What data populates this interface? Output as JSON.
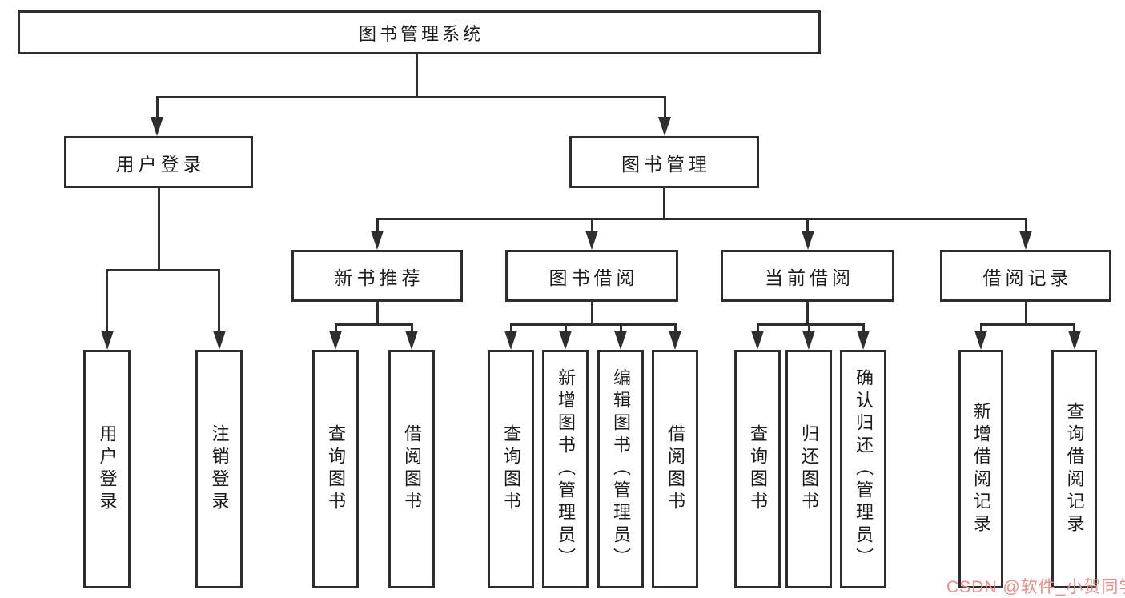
{
  "diagram": {
    "root": {
      "label": "图书管理系统"
    },
    "level2": [
      {
        "label": "用户登录"
      },
      {
        "label": "图书管理"
      }
    ],
    "level3": [
      {
        "label": "新书推荐"
      },
      {
        "label": "图书借阅"
      },
      {
        "label": "当前借阅"
      },
      {
        "label": "借阅记录"
      }
    ],
    "leaves": {
      "user_login": [
        {
          "label": "用户登录"
        },
        {
          "label": "注销登录"
        }
      ],
      "new_books": [
        {
          "label": "查询图书"
        },
        {
          "label": "借阅图书"
        }
      ],
      "book_borrow": [
        {
          "label": "查询图书"
        },
        {
          "label": "新增图书（管理员）"
        },
        {
          "label": "编辑图书（管理员）"
        },
        {
          "label": "借阅图书"
        }
      ],
      "current_borrow": [
        {
          "label": "查询图书"
        },
        {
          "label": "归还图书"
        },
        {
          "label": "确认归还（管理员）"
        }
      ],
      "borrow_records": [
        {
          "label": "新增借阅记录"
        },
        {
          "label": "查询借阅记录"
        }
      ]
    }
  },
  "watermark": {
    "text": "CSDN @软件_小贺同学",
    "color": "#ec8c8c"
  },
  "colors": {
    "line": "#2e2e2e",
    "text": "#1c1c1c",
    "background": "#ffffff"
  }
}
